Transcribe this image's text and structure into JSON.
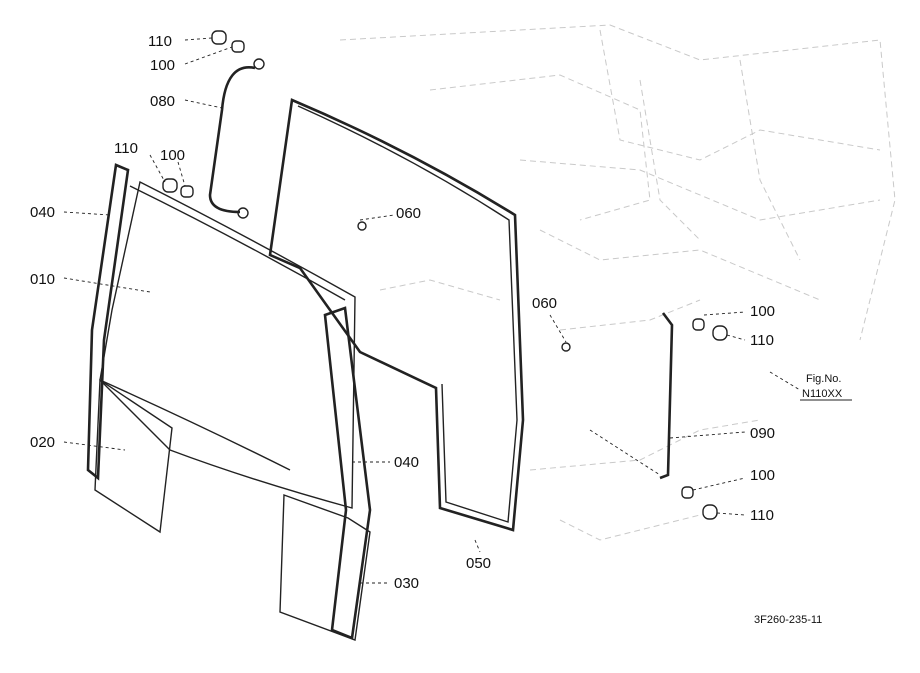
{
  "figure": {
    "fig_no_label": "Fig.No.",
    "fig_no_value": "N110XX",
    "drawing_code": "3F260-235-11"
  },
  "callouts": {
    "c110_top": "110",
    "c100_top": "100",
    "c080": "080",
    "c110_mid": "110",
    "c100_mid": "100",
    "c040_left": "040",
    "c060_mid": "060",
    "c010": "010",
    "c060_right": "060",
    "c100_right_top": "100",
    "c110_right_top": "110",
    "c090": "090",
    "c020": "020",
    "c040_mid": "040",
    "c100_right_bot": "100",
    "c110_right_bot": "110",
    "c050": "050",
    "c030": "030"
  }
}
